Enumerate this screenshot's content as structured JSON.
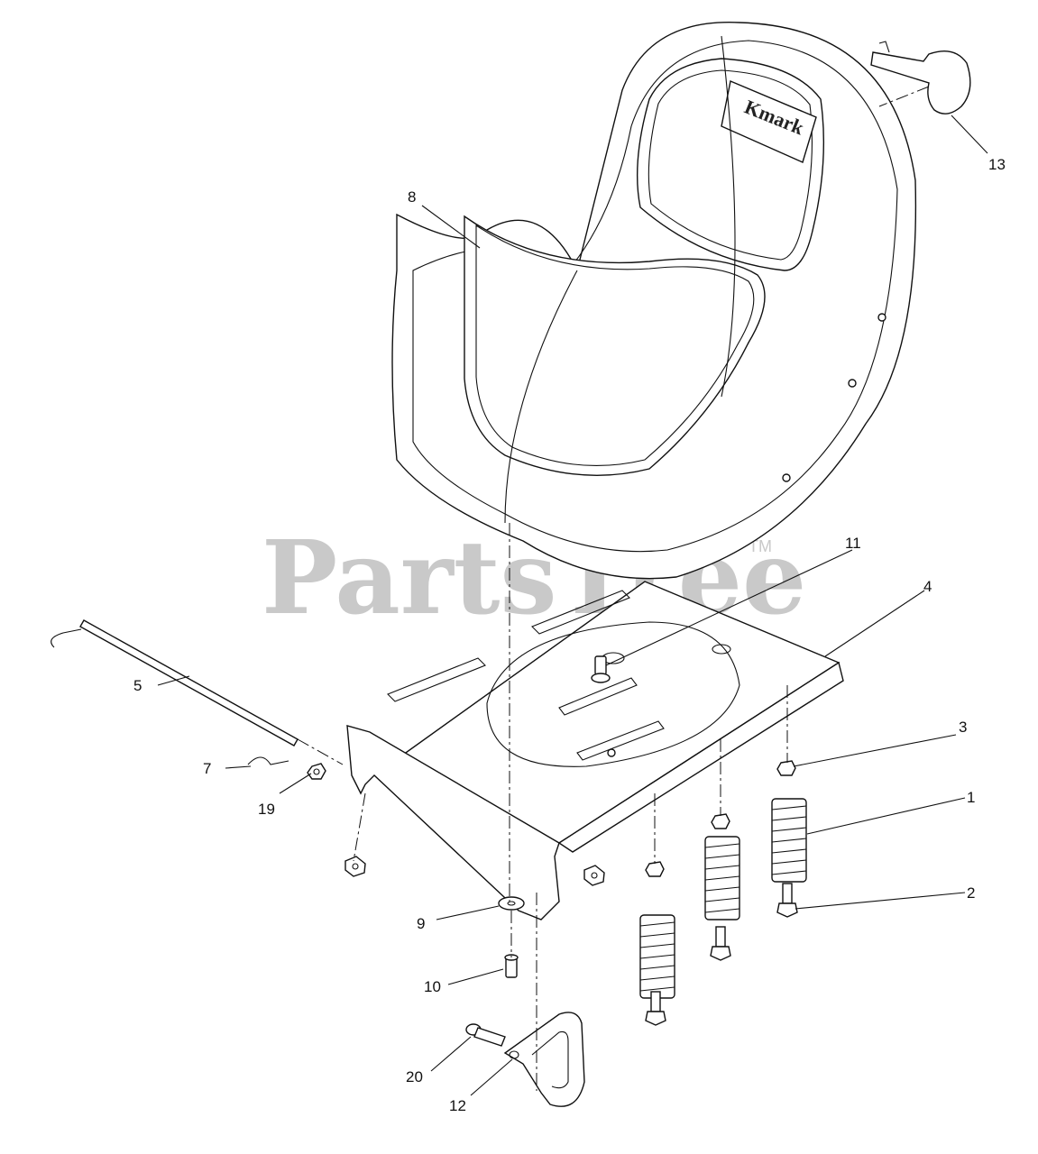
{
  "watermark": {
    "text": "PartsTree",
    "tm": "TM"
  },
  "seat_logo": {
    "text": "Kmark"
  },
  "callouts": [
    {
      "id": "13",
      "label": "13"
    },
    {
      "id": "8",
      "label": "8"
    },
    {
      "id": "11",
      "label": "11"
    },
    {
      "id": "4",
      "label": "4"
    },
    {
      "id": "5",
      "label": "5"
    },
    {
      "id": "3",
      "label": "3"
    },
    {
      "id": "7",
      "label": "7"
    },
    {
      "id": "1",
      "label": "1"
    },
    {
      "id": "19",
      "label": "19"
    },
    {
      "id": "2",
      "label": "2"
    },
    {
      "id": "9",
      "label": "9"
    },
    {
      "id": "10",
      "label": "10"
    },
    {
      "id": "20",
      "label": "20"
    },
    {
      "id": "12",
      "label": "12"
    }
  ]
}
